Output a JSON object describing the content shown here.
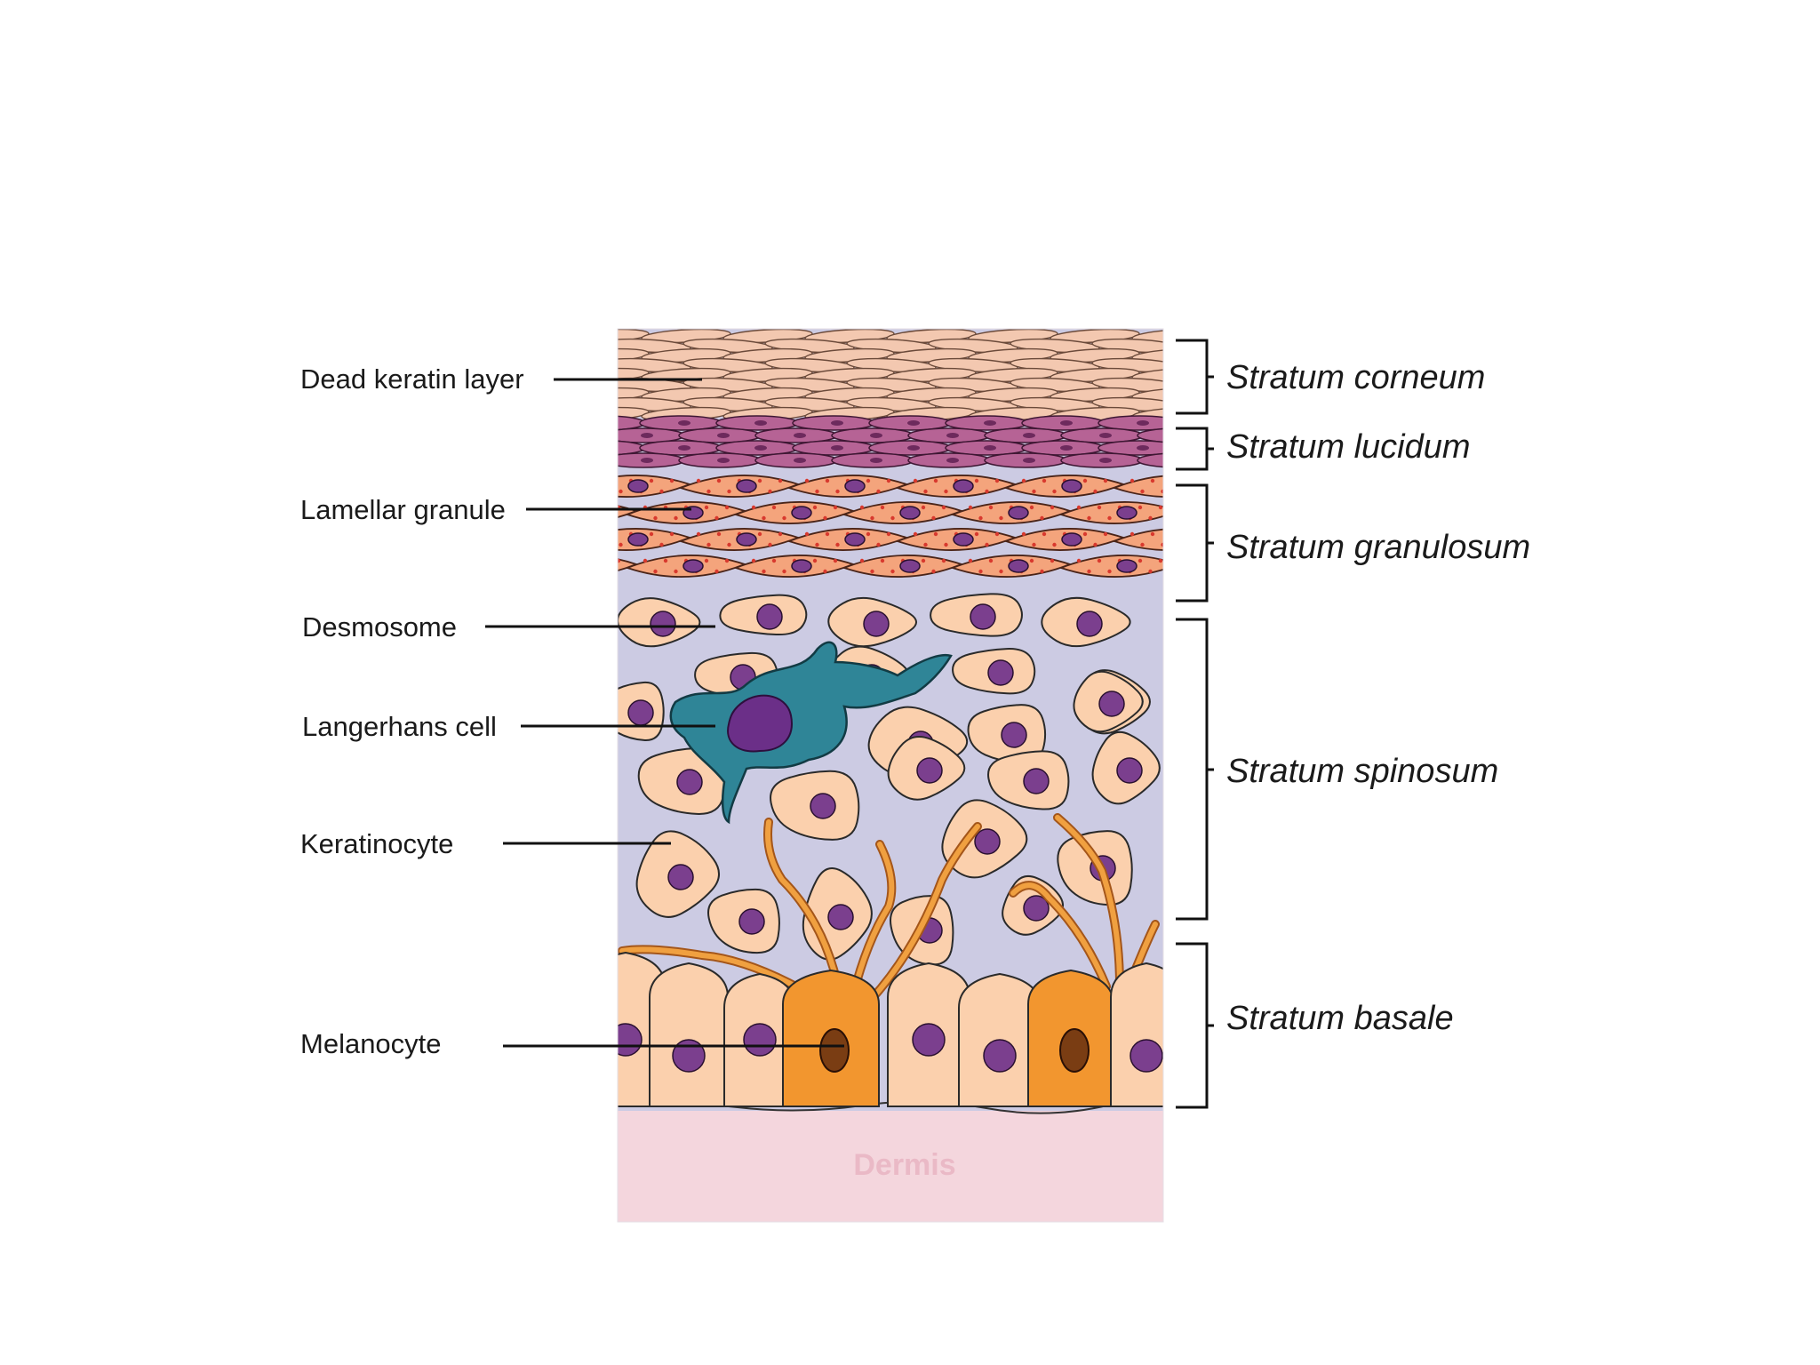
{
  "diagram": {
    "labels": {
      "dead_keratin": "Dead keratin layer",
      "lamellar": "Lamellar granule",
      "desmosome": "Desmosome",
      "langerhans": "Langerhans cell",
      "keratinocyte": "Keratinocyte",
      "melanocyte": "Melanocyte"
    },
    "layers": {
      "corneum": "Stratum corneum",
      "lucidum": "Stratum lucidum",
      "granulosum": "Stratum granulosum",
      "spinosum": "Stratum spinosum",
      "basale": "Stratum basale"
    },
    "dermis": "Dermis",
    "colors": {
      "corneum": "#f3c8b0",
      "lucidum": "#b66395",
      "granulosum": "#f4a47c",
      "keratinocyte": "#fbd0ad",
      "nucleus": "#7b3f8e",
      "langerhans": "#2f8597",
      "melanocyte": "#f2962f",
      "intercellular": "#cccbe3",
      "dermis": "#f4d6dd"
    }
  }
}
